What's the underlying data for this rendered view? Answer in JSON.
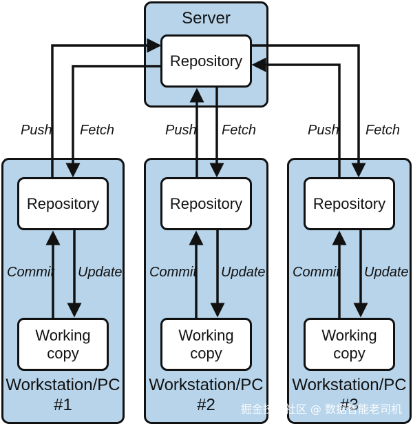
{
  "server": {
    "title": "Server",
    "repository": "Repository"
  },
  "workstations": [
    {
      "title": "Workstation/PC\n#1",
      "repository": "Repository",
      "working_copy": "Working\ncopy"
    },
    {
      "title": "Workstation/PC\n#2",
      "repository": "Repository",
      "working_copy": "Working\ncopy"
    },
    {
      "title": "Workstation/PC\n#3",
      "repository": "Repository",
      "working_copy": "Working\ncopy"
    }
  ],
  "edge_labels": {
    "push": "Push",
    "fetch": "Fetch",
    "commit": "Commit",
    "update": "Update"
  },
  "watermark": "掘金技术社区 @ 数据智能老司机",
  "colors": {
    "panel_fill": "#b7d4ea",
    "stroke": "#111111",
    "node_fill": "#ffffff"
  }
}
